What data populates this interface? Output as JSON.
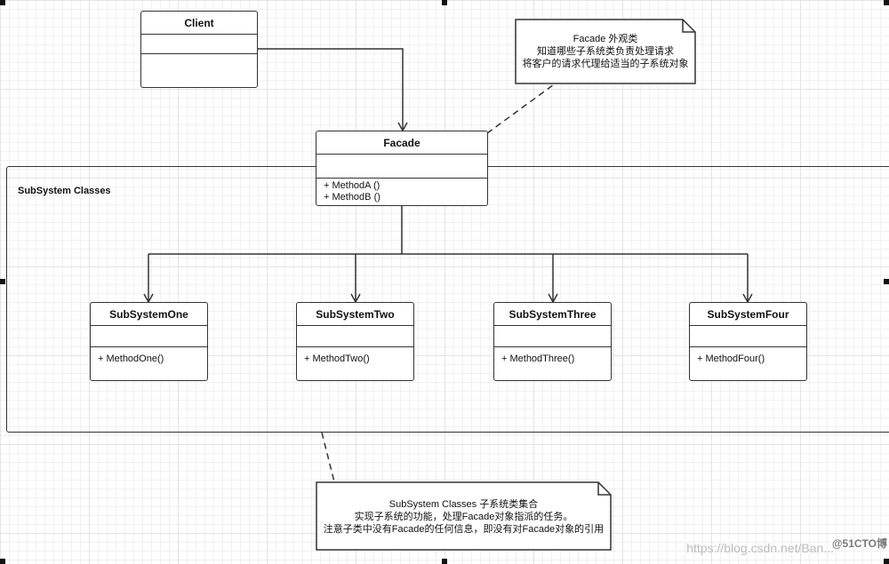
{
  "client": {
    "name": "Client"
  },
  "facade": {
    "name": "Facade",
    "methods": [
      "+ MethodA ()",
      "+ MethodB ()"
    ]
  },
  "package": {
    "label": "SubSystem Classes"
  },
  "subsystems": [
    {
      "name": "SubSystemOne",
      "method": "+ MethodOne()"
    },
    {
      "name": "SubSystemTwo",
      "method": "+ MethodTwo()"
    },
    {
      "name": "SubSystemThree",
      "method": "+ MethodThree()"
    },
    {
      "name": "SubSystemFour",
      "method": "+ MethodFour()"
    }
  ],
  "facade_note": {
    "lines": [
      "Facade 外观类",
      "知道哪些子系统类负责处理请求",
      "将客户的请求代理给适当的子系统对象"
    ]
  },
  "subsystem_note": {
    "lines": [
      "SubSystem Classes 子系统类集合",
      "实现子系统的功能，处理Facade对象指派的任务。",
      "注意子类中没有Facade的任何信息，即没有对Facade对象的引用"
    ]
  },
  "watermark": {
    "text": "https://blog.csdn.net/Ban...",
    "brand": "@51CTO博"
  },
  "colors": {
    "stroke": "#333333",
    "grid": "#e4e4e4",
    "background": "#ffffff"
  }
}
